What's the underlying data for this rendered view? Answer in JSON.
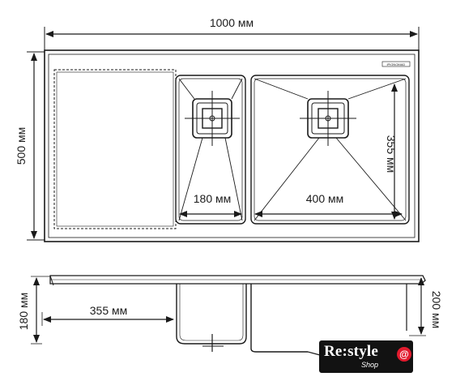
{
  "dimensions": {
    "top_width": "1000 мм",
    "left_height": "500 мм",
    "small_bowl_width": "180 мм",
    "large_bowl_width": "400 мм",
    "large_bowl_depth": "355 мм",
    "side_bowl_depth": "180 мм",
    "side_drainer_length": "355 мм",
    "side_total_depth": "200 мм"
  },
  "brand_plate": "iPIGNOMAD",
  "logo": {
    "main": "Re:style",
    "sub": "Shop",
    "cart": "@"
  },
  "colors": {
    "line": "#1a1a1a",
    "accent": "#e21b2e"
  }
}
